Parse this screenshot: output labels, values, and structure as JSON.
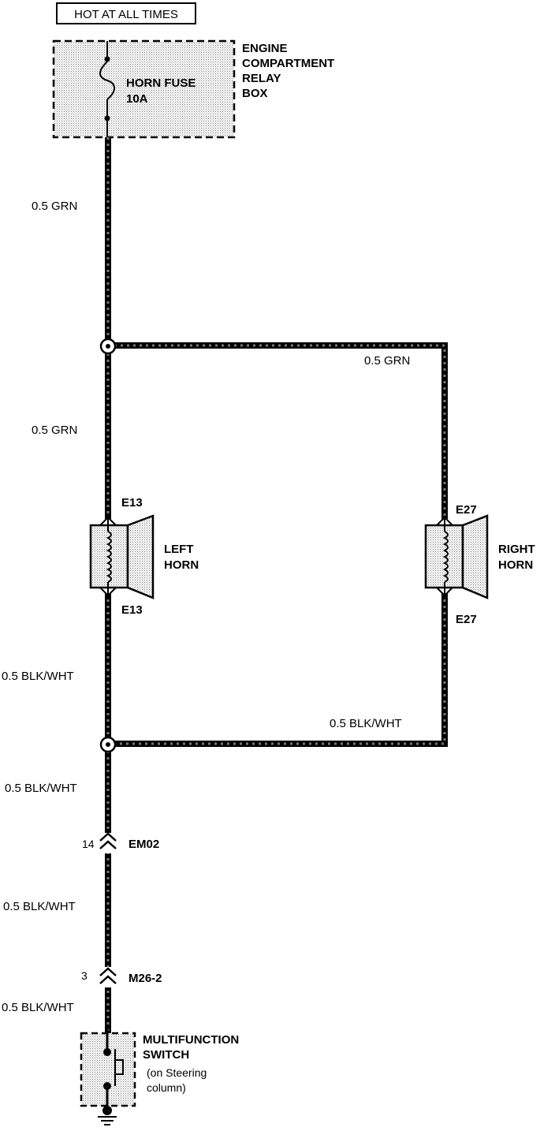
{
  "header": {
    "hot_label": "HOT AT ALL TIMES"
  },
  "relay_box": {
    "title_lines": [
      "ENGINE",
      "COMPARTMENT",
      "RELAY",
      "BOX"
    ],
    "fuse_name": "HORN FUSE",
    "fuse_rating": "10A"
  },
  "wires": {
    "main_top": "0.5 GRN",
    "branch_right_top": "0.5 GRN",
    "left_to_horn": "0.5 GRN",
    "left_below_horn": "0.5 BLK/WHT",
    "right_return": "0.5 BLK/WHT",
    "after_splice": "0.5 BLK/WHT",
    "after_em02": "0.5 BLK/WHT",
    "after_m26": "0.5 BLK/WHT"
  },
  "left_horn": {
    "label_lines": [
      "LEFT",
      "HORN"
    ],
    "connector_top": "E13",
    "connector_bottom": "E13"
  },
  "right_horn": {
    "label_lines": [
      "RIGHT",
      "HORN"
    ],
    "connector_top": "E27",
    "connector_bottom": "E27"
  },
  "connector_em02": {
    "pin": "14",
    "name": "EM02"
  },
  "connector_m26": {
    "pin": "3",
    "name": "M26-2"
  },
  "switch": {
    "title_lines": [
      "MULTIFUNCTION",
      "SWITCH"
    ],
    "note_lines": [
      "(on Steering",
      "column)"
    ]
  },
  "colors": {
    "line": "#000000",
    "stipple": "#9a9a9a",
    "wire_dash_gap": "#777777"
  }
}
